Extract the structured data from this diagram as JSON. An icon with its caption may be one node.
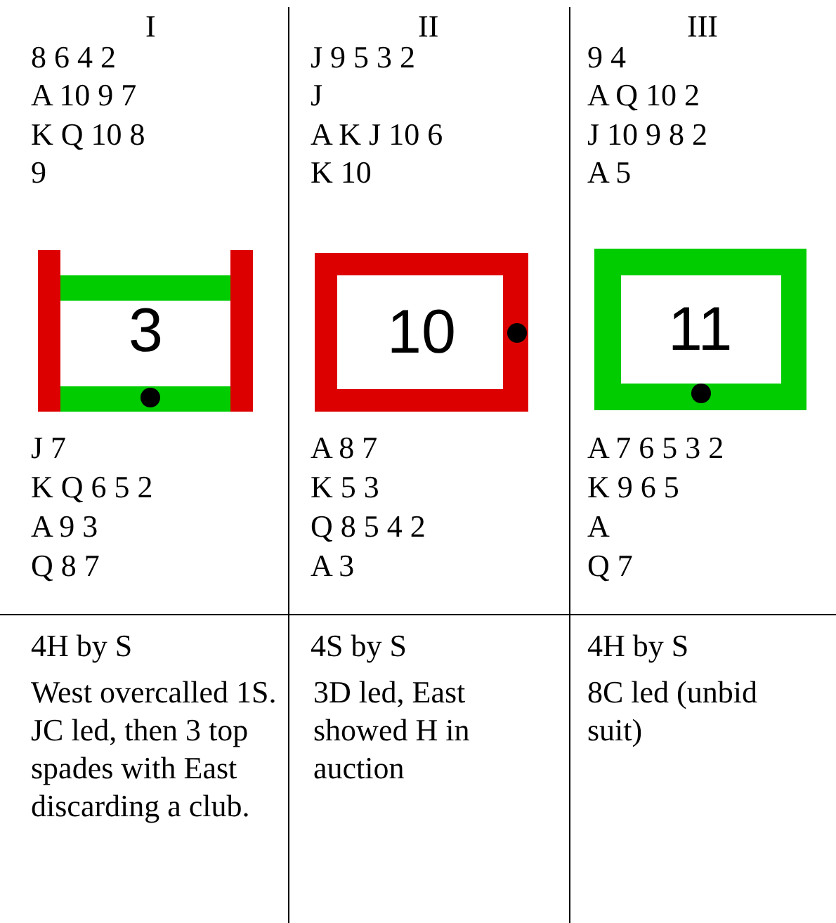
{
  "diagram": {
    "nodes": [
      {
        "text": [
          "3"
        ]
      },
      {
        "text": [
          "10"
        ]
      },
      {
        "text": [
          "11"
        ]
      }
    ],
    "edges": [],
    "labels": [
      "I",
      "II",
      "III",
      "8 6 4 2",
      "A 10 9 7",
      "K Q 10 8",
      "9",
      "J 9 5 3 2",
      "J",
      "A K J 10 6",
      "K 10",
      "9 4",
      "A Q 10 2",
      "J 10 9 8 2",
      "A 5",
      "J 7",
      "K Q 6 5 2",
      "A 9 3",
      "Q 8 7",
      "A 8 7",
      "K 5 3",
      "Q 8 5 4 2",
      "A 3",
      "A 7 6 5 3 2",
      "K 9 6 5",
      "A",
      "Q 7",
      "4H by S",
      "4S by S",
      "4H by S",
      "West overcalled 1S. JC led, then 3 top spades with East discarding a club.",
      "3D led, East showed H in auction",
      "8C led (unbid suit)"
    ]
  }
}
